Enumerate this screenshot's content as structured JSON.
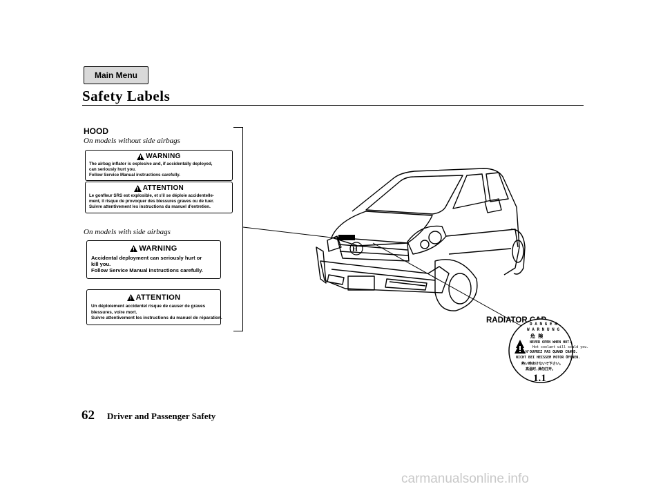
{
  "nav": {
    "main_menu_label": "Main Menu"
  },
  "page": {
    "title": "Safety Labels",
    "page_number": "62",
    "section_title": "Driver and Passenger Safety",
    "watermark": "carmanualsonline.info"
  },
  "hood": {
    "heading": "HOOD",
    "caption_without_side_airbags": "On models without side airbags",
    "caption_with_side_airbags": "On models with side airbags",
    "label_without": {
      "warning_heading": "WARNING",
      "warning_lines": [
        "The airbag inflator is explosive and, if accidentally deployed,",
        "can seriously hurt you.",
        "Follow Service Manual instructions carefully."
      ],
      "attention_heading": "ATTENTION",
      "attention_lines": [
        "Le gonfleur SRS est explosible, et s'il se déploie accidentelle-",
        "ment, il risque de provoquer des blessures graves ou de tuer.",
        "Suivre attentivement les instructions du manuel d'entretien."
      ]
    },
    "label_with": {
      "warning_heading": "WARNING",
      "warning_lines": [
        "Accidental deployment can seriously hurt or",
        "kill you.",
        "Follow Service Manual instructions carefully."
      ],
      "attention_heading": "ATTENTION",
      "attention_lines": [
        "Un déploiement accidentel risque de causer de graves",
        "blessures, voire mort.",
        "Suivre attentivement les instructions du manuel de réparation."
      ]
    }
  },
  "radiator": {
    "heading": "RADIATOR CAP",
    "cap_lines": {
      "danger": "D A N G E R",
      "warnung": "W A R N U N G",
      "jp_danger": "危   険",
      "line1": "NEVER OPEN WHEN HOT.",
      "line2": "Hot coolant will scald you.",
      "line3": "N'OUVREZ PAS QUAND CHAUD.",
      "line4": "NICHT BEI HEISSEM MOTOR ÖFFNEN.",
      "line5": "熱い時あけないで下さい。",
      "line6": "高温时,满勿打开。",
      "code": "1.1"
    }
  },
  "colors": {
    "ink": "#000000",
    "button_bg": "#d9d9d9",
    "watermark": "#c8c8c8"
  }
}
